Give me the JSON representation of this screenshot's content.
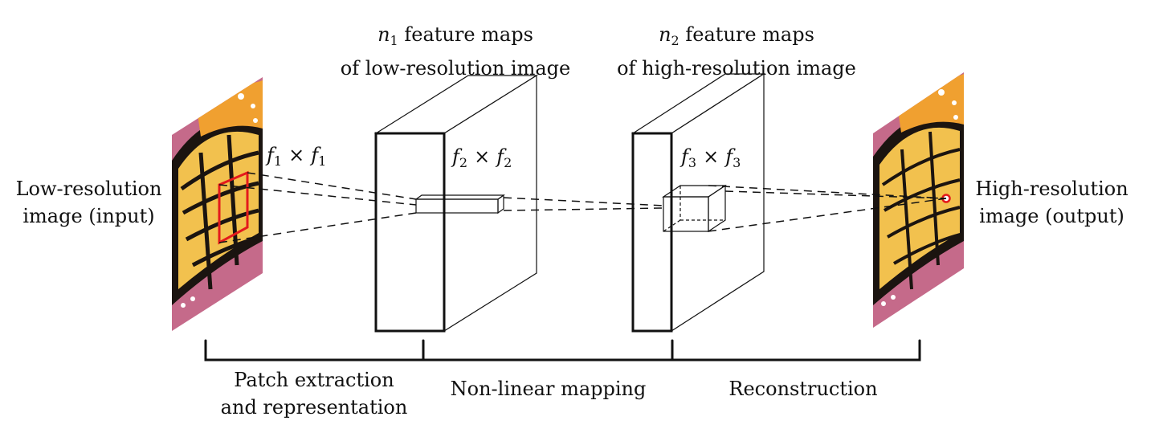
{
  "colors": {
    "line": "#111111",
    "highlight": "#e41a1c",
    "butterfly_orange": "#f0a030",
    "butterfly_yellow": "#f2c14e",
    "butterfly_black": "#1b1410",
    "background_pink": "#c56a8a"
  },
  "input": {
    "label_line1": "Low-resolution",
    "label_line2": "image (input)"
  },
  "output": {
    "label_line1": "High-resolution",
    "label_line2": "image (output)"
  },
  "layer1": {
    "title_var": "n",
    "title_sub": "1",
    "title_line1_rest": "feature maps",
    "title_line2": "of low-resolution image"
  },
  "layer2": {
    "title_var": "n",
    "title_sub": "2",
    "title_line1_rest": "feature maps",
    "title_line2": "of high-resolution image"
  },
  "filters": [
    {
      "var": "f",
      "sub": "1",
      "op": "×"
    },
    {
      "var": "f",
      "sub": "2",
      "op": "×"
    },
    {
      "var": "f",
      "sub": "3",
      "op": "×"
    }
  ],
  "stages": [
    {
      "line1": "Patch extraction",
      "line2": "and representation"
    },
    {
      "line1": "Non-linear mapping",
      "line2": ""
    },
    {
      "line1": "Reconstruction",
      "line2": ""
    }
  ]
}
